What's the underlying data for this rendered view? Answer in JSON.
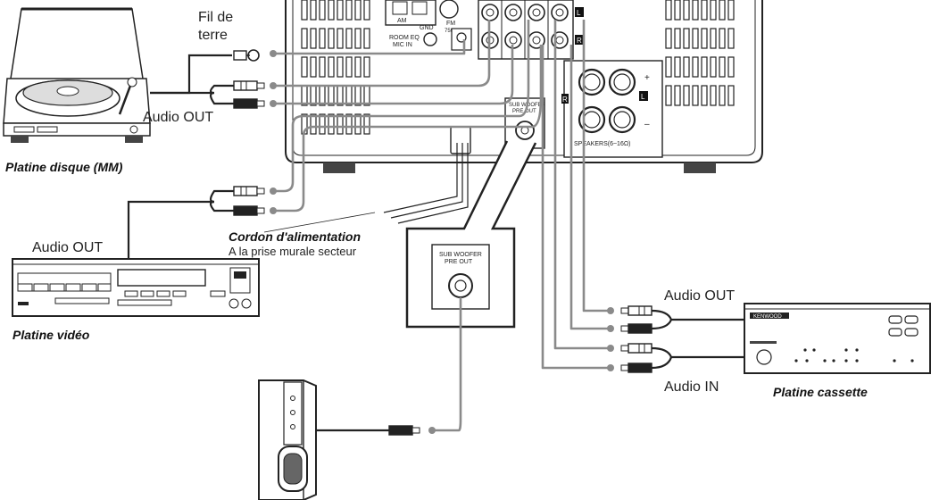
{
  "labels": {
    "ground_wire": [
      "Fil de",
      "terre"
    ],
    "audio_out_turntable": "Audio OUT",
    "audio_out_vcr": "Audio OUT",
    "audio_out_cassette": "Audio OUT",
    "audio_in_cassette": "Audio IN",
    "power_cord_title": "Cordon d'alimentation",
    "power_cord_subtitle": "A la prise murale secteur"
  },
  "devices": {
    "turntable": "Platine disque (MM)",
    "vcr": "Platine vidéo",
    "cassette": "Platine cassette",
    "cassette_brand": "KENWOOD"
  },
  "panel": {
    "room_eq": [
      "ROOM EQ",
      "MIC IN"
    ],
    "fm": [
      "FM",
      "75Ω"
    ],
    "am": "AM",
    "gnd": "GND",
    "subwoofer": [
      "SUB WOOFER",
      "PRE OUT"
    ],
    "speakers": "SPEAKERS(6~16Ω)",
    "ch_left": "L",
    "ch_right": "R",
    "plus": "+",
    "minus": "–"
  }
}
